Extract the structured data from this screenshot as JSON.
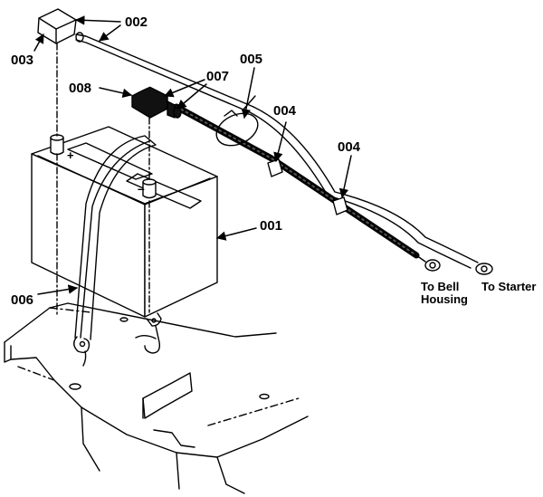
{
  "callouts": {
    "c001": "001",
    "c002": "002",
    "c003": "003",
    "c004a": "004",
    "c004b": "004",
    "c005": "005",
    "c006": "006",
    "c007": "007",
    "c008": "008"
  },
  "destinations": {
    "bell_line1": "To Bell",
    "bell_line2": "Housing",
    "starter": "To Starter"
  },
  "terminal_marks": {
    "positive": "+",
    "negative": "–"
  },
  "colors": {
    "ink": "#000000",
    "paper": "#ffffff"
  }
}
